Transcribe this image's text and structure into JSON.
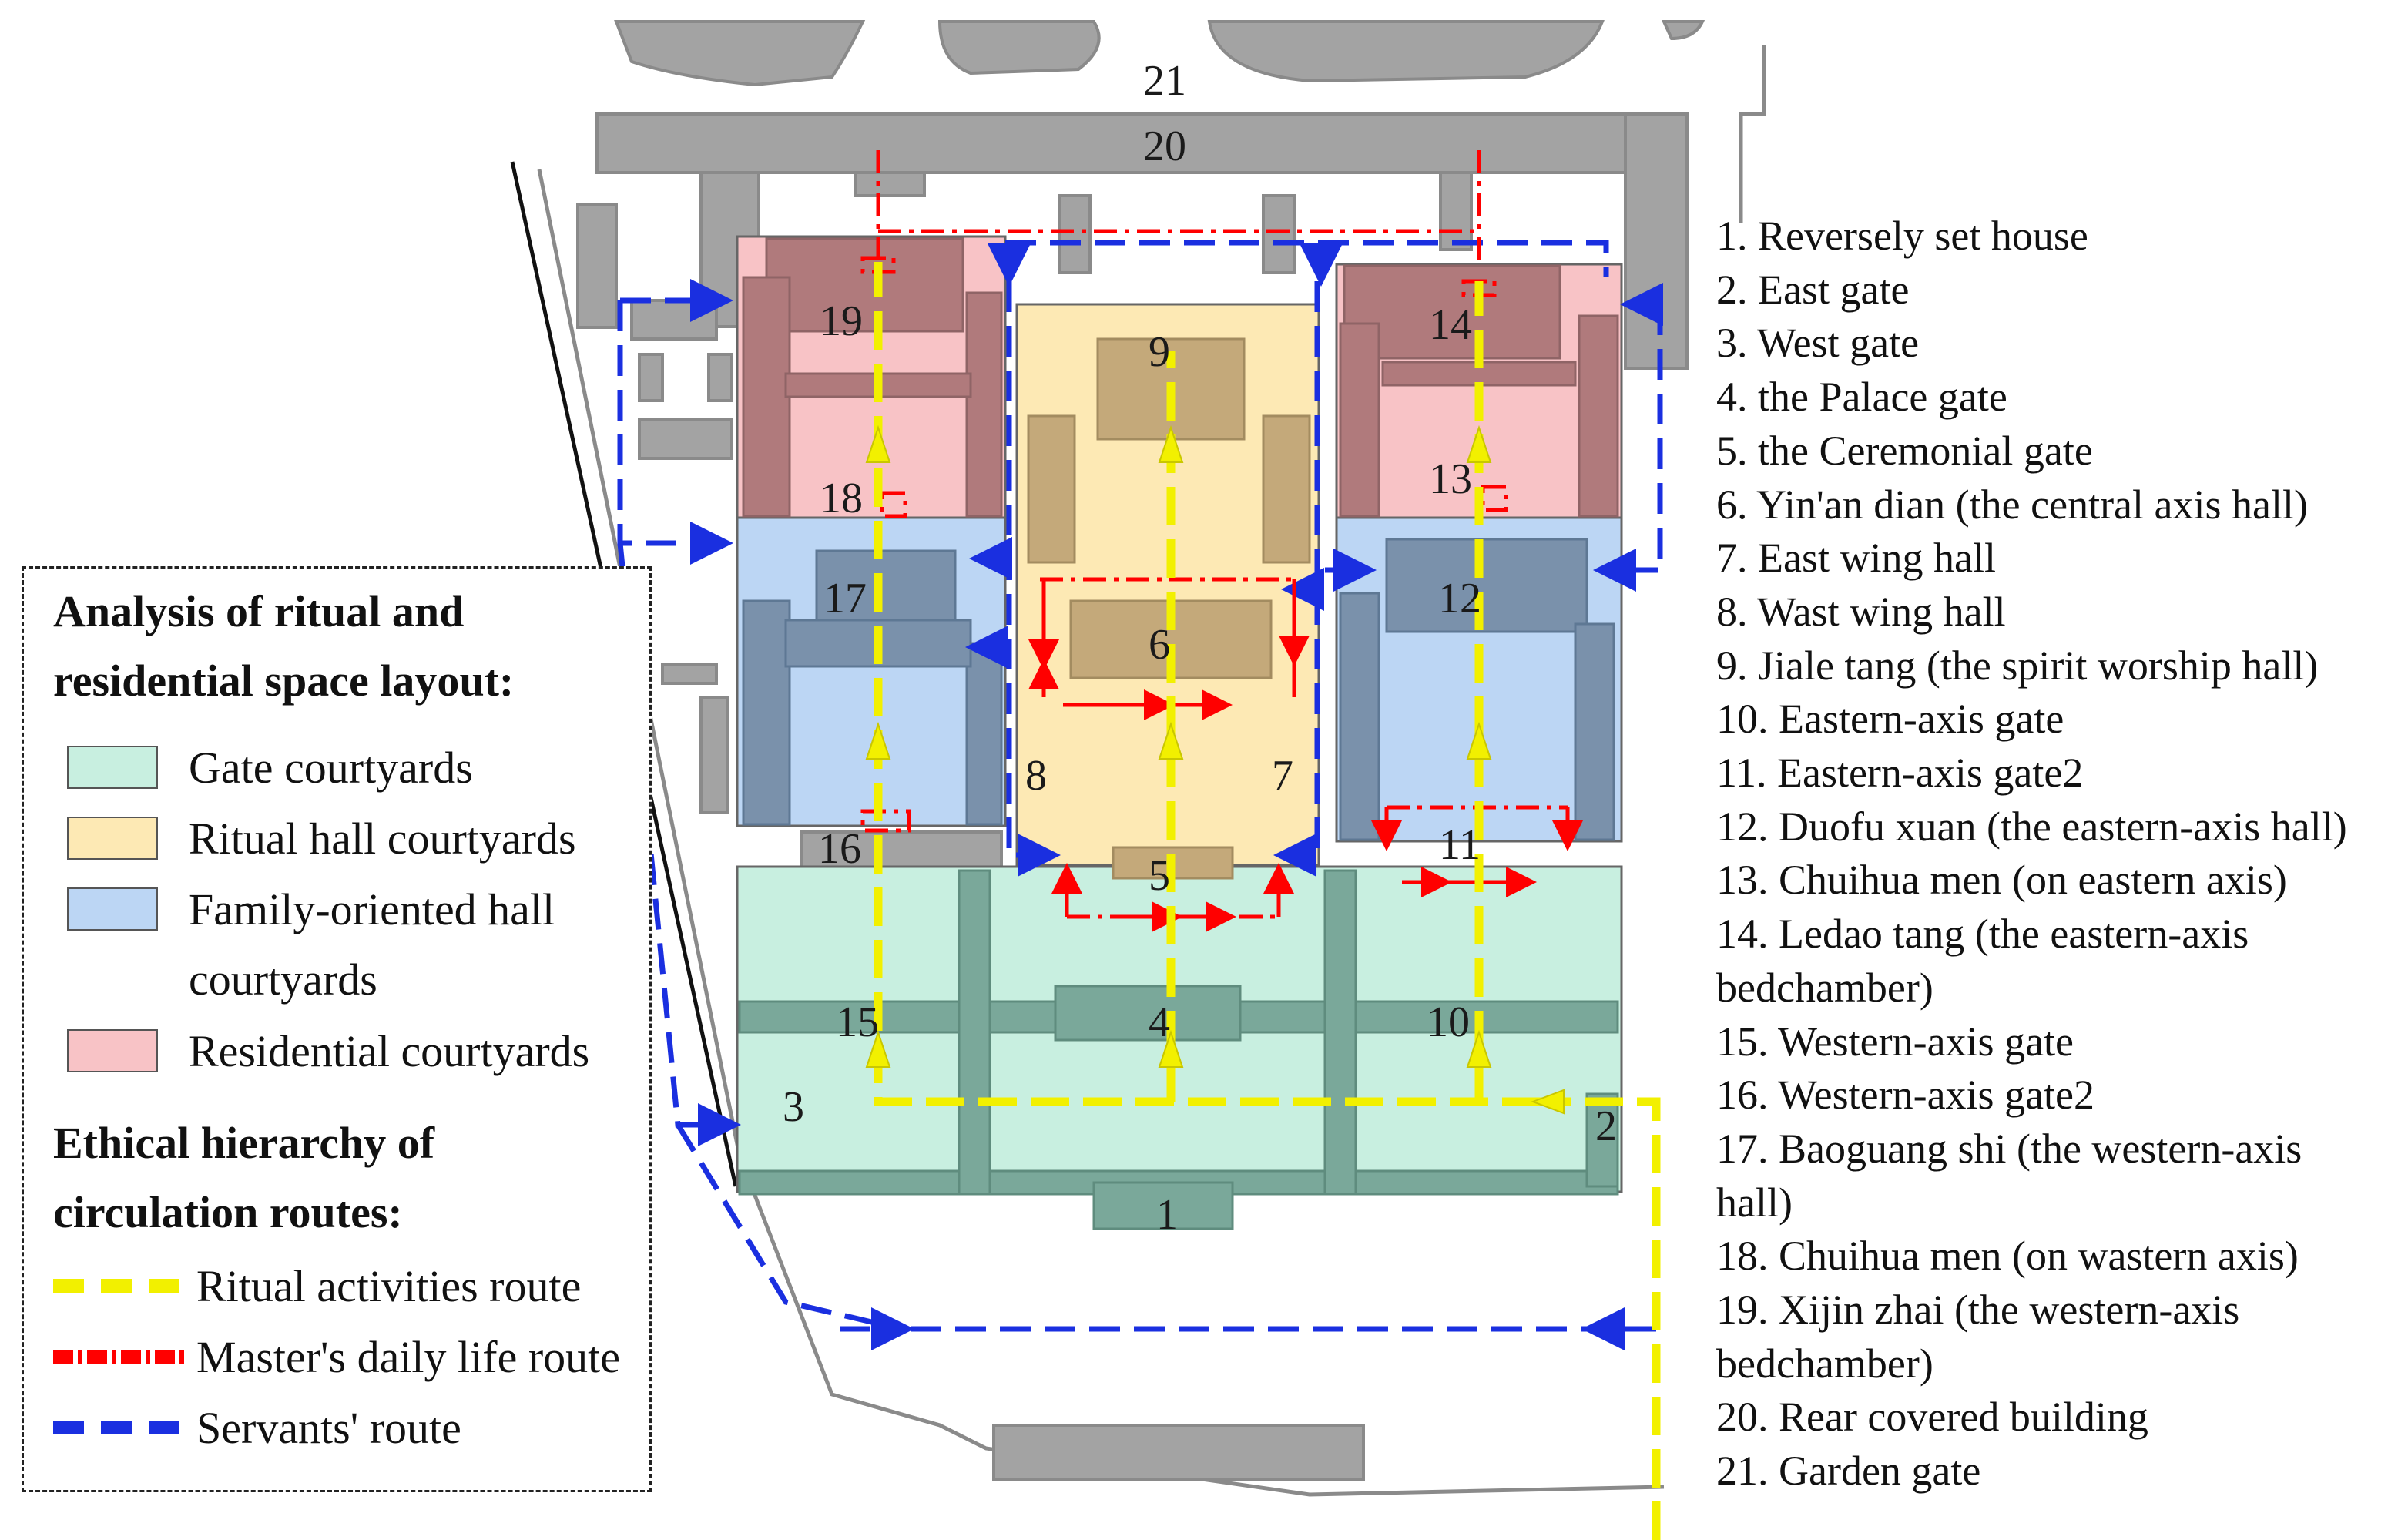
{
  "labels": {
    "n1": "1",
    "n2": "2",
    "n3": "3",
    "n4": "4",
    "n5": "5",
    "n6": "6",
    "n7": "7",
    "n8": "8",
    "n9": "9",
    "n10": "10",
    "n11": "11",
    "n12": "12",
    "n13": "13",
    "n14": "14",
    "n15": "15",
    "n16": "16",
    "n17": "17",
    "n18": "18",
    "n19": "19",
    "n20": "20",
    "n21": "21"
  },
  "legend": {
    "title_line1": "Analysis of ritual and",
    "title_line2": "residential space layout:",
    "items": [
      {
        "label": "Gate courtyards",
        "color": "#c8efe0"
      },
      {
        "label": "Ritual hall courtyards",
        "color": "#fde9b4"
      },
      {
        "label": "Family-oriented hall",
        "label_cont": "courtyards",
        "color": "#bcd6f4"
      },
      {
        "label": "Residential courtyards",
        "color": "#f8c3c6"
      }
    ],
    "routes_title_line1": "Ethical hierarchy of",
    "routes_title_line2": "circulation routes:",
    "routes": [
      {
        "label": "Ritual activities route",
        "color": "#f2f000",
        "icon": "yellow-dash-line"
      },
      {
        "label": "Master's daily life route",
        "color": "#ff0000",
        "icon": "red-dash-dot-line"
      },
      {
        "label": "Servants' route",
        "color": "#1a2fe0",
        "icon": "blue-dash-line"
      }
    ]
  },
  "key_list": [
    "1. Reversely set house",
    "2. East gate",
    "3. West gate",
    "4. the Palace gate",
    "5. the Ceremonial gate",
    "6. Yin'an dian (the central axis hall)",
    "7. East wing hall",
    "8. Wast wing hall",
    "9. Jiale tang (the spirit worship hall)",
    "10. Eastern-axis gate",
    "11. Eastern-axis gate2",
    "12. Duofu xuan (the eastern-axis hall)",
    "13. Chuihua men (on eastern axis)",
    "14. Ledao tang (the eastern-axis",
    "bedchamber)",
    "15. Western-axis gate",
    "16. Western-axis gate2",
    "17. Baoguang shi (the western-axis",
    "hall)",
    "18. Chuihua men (on wastern axis)",
    "19. Xijin zhai (the western-axis",
    "bedchamber)",
    "20. Rear covered building",
    "21. Garden gate"
  ],
  "colors": {
    "building": "#a3a3a3",
    "building_stroke": "#8a8a8a",
    "gate_zone": "#c8efe0",
    "ritual_zone": "#fde9b4",
    "family_zone": "#bcd6f4",
    "residential_zone": "#f8c3c6",
    "ritual_route": "#f2f000",
    "master_route": "#ff0000",
    "servant_route": "#1a2fe0"
  }
}
